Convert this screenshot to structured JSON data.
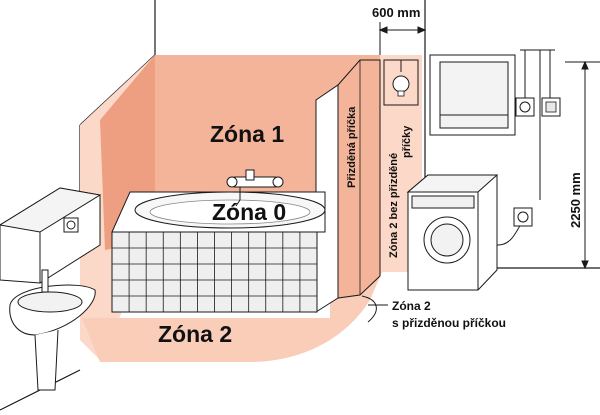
{
  "zones": {
    "zone1": "Zóna 1",
    "zone0": "Zóna 0",
    "zone2": "Zóna 2"
  },
  "partition": {
    "label": "Přizděná příčka"
  },
  "zone2_no_partition": {
    "line1": "Zóna 2 bez přizděné",
    "line2": "příčky"
  },
  "zone2_with_partition": {
    "line1": "Zóna 2",
    "line2": "s přizděnou příčkou"
  },
  "dimensions": {
    "width": "600 mm",
    "height": "2250 mm"
  },
  "colors": {
    "zone1": "#f4b49a",
    "zone1_side": "#ee9f82",
    "zone2": "#fbd8c8",
    "zone2_floor": "#f9cdb8",
    "line": "#1a1a1a",
    "tile": "#efefef"
  }
}
